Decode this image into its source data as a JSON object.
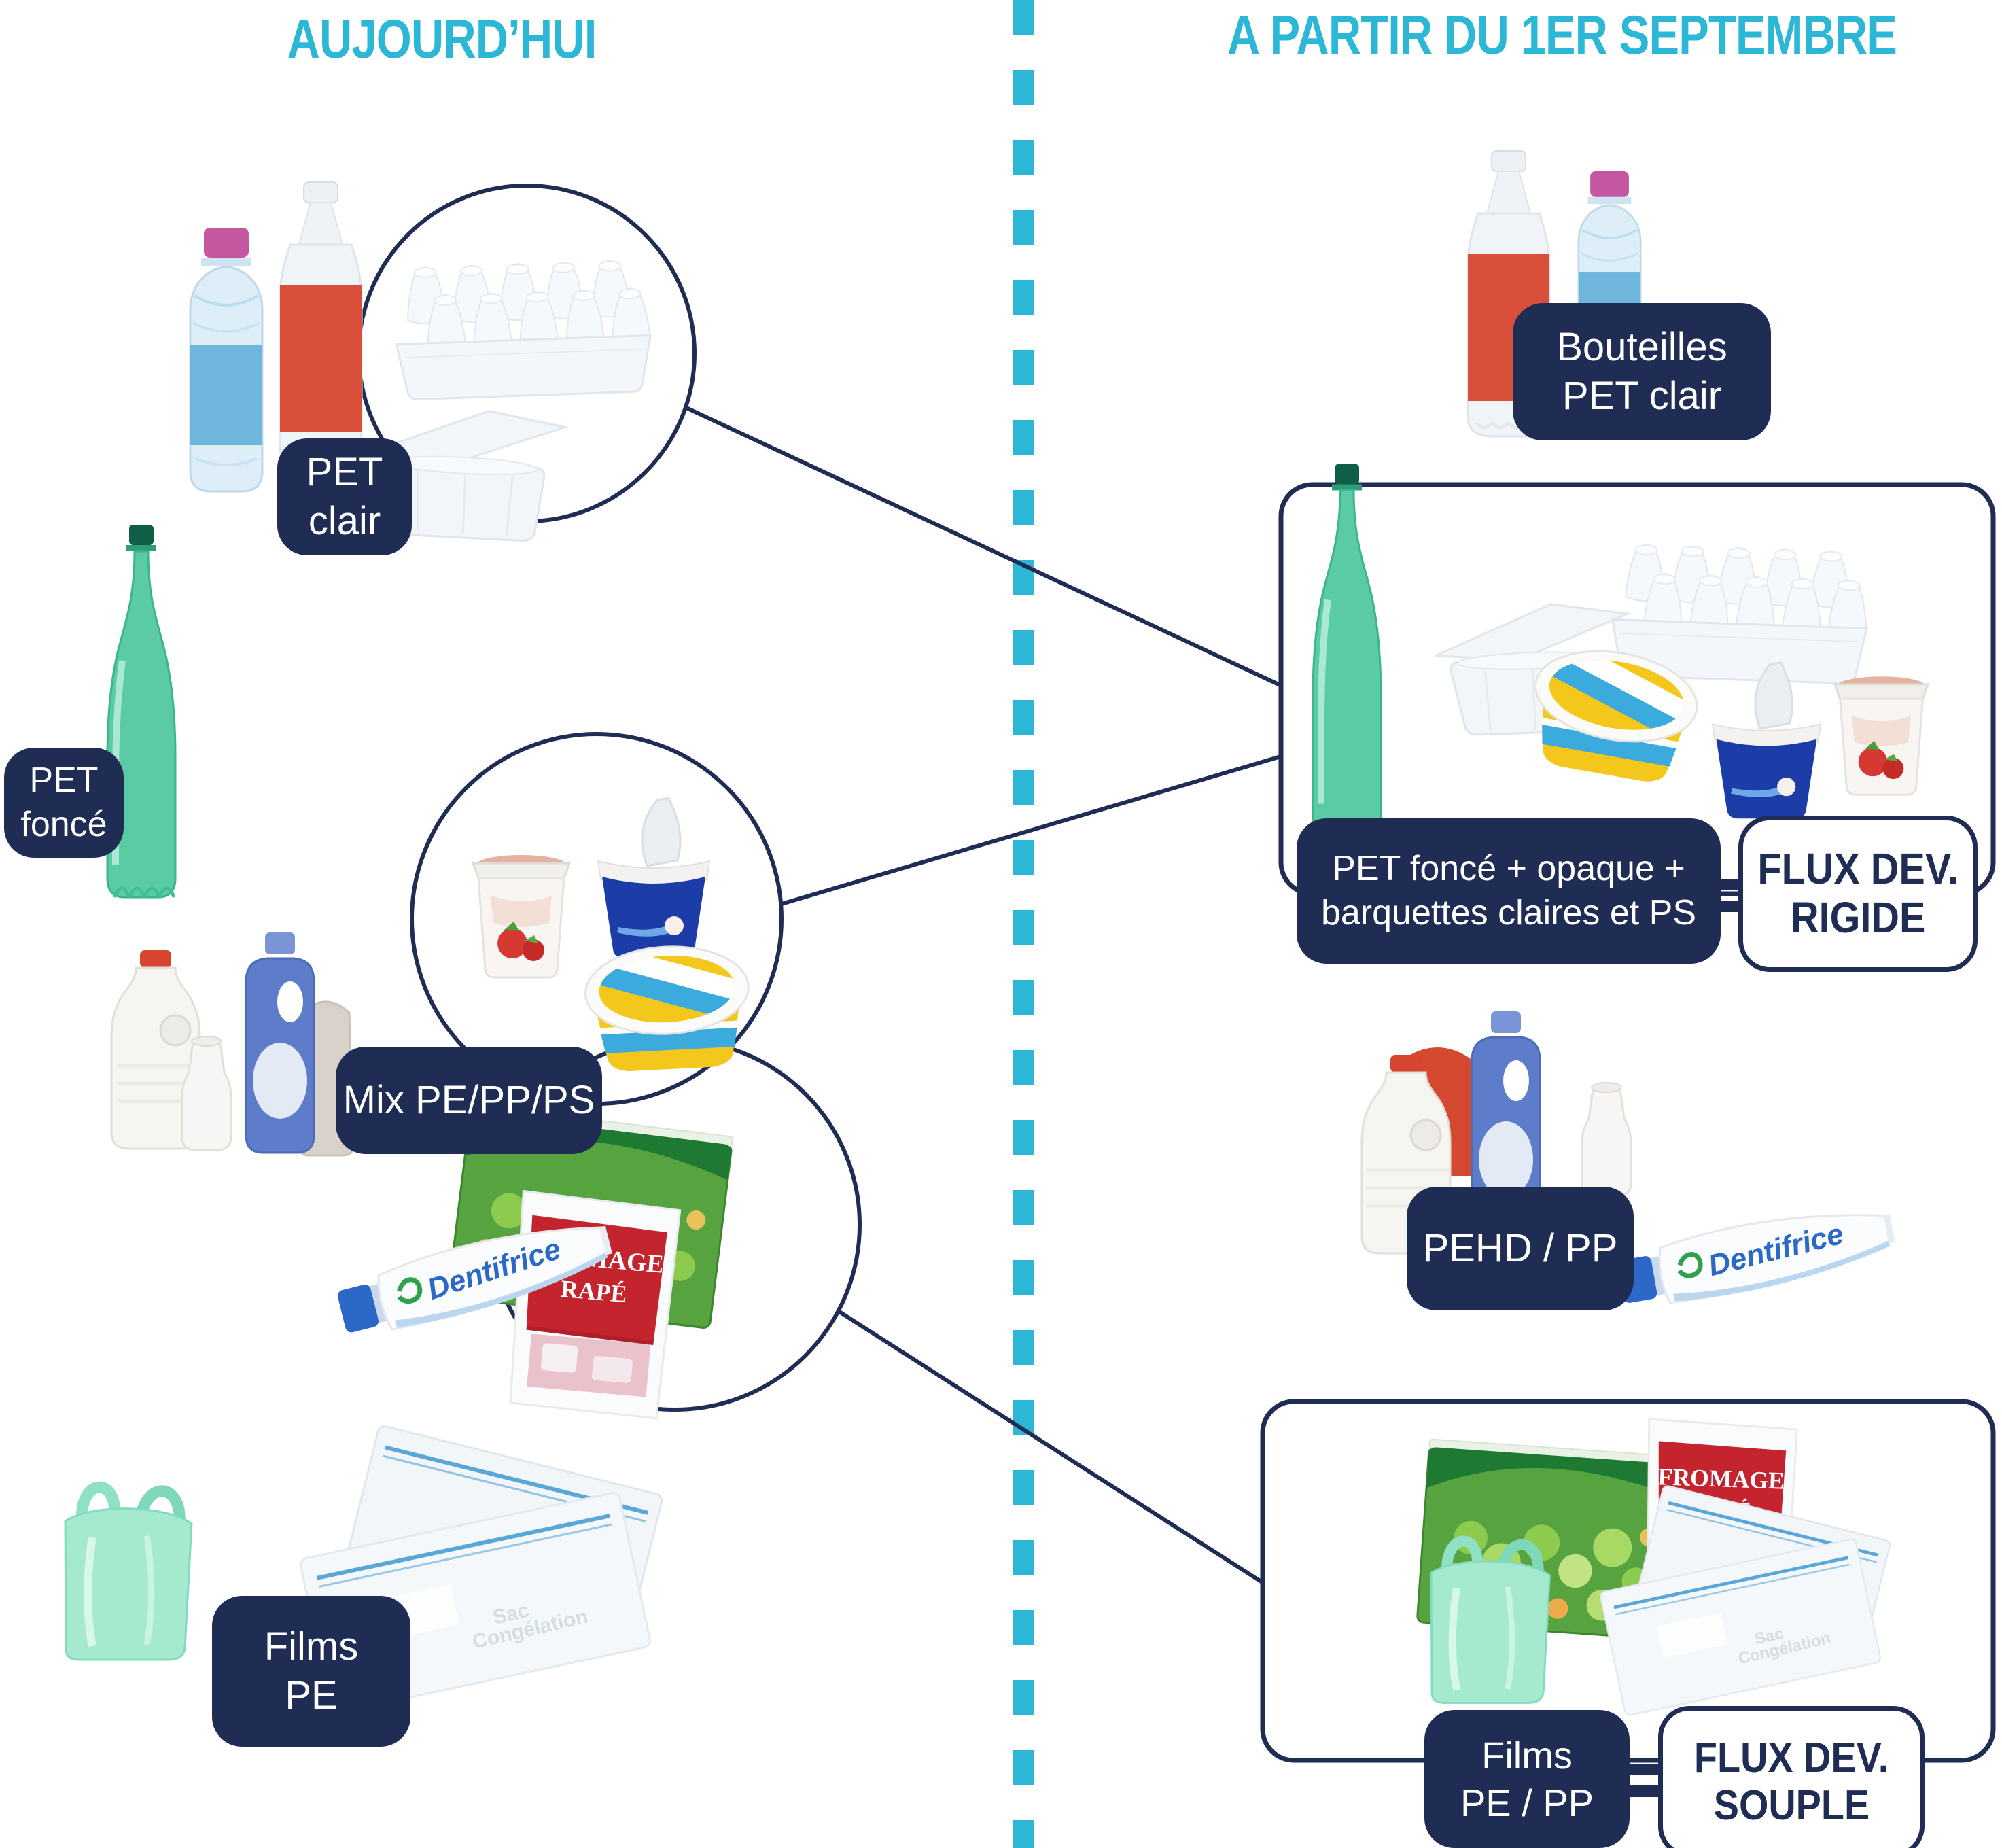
{
  "colors": {
    "navy": "#1F2D54",
    "teal": "#2BB7D5",
    "white": "#FFFFFF"
  },
  "titles": {
    "left": "AUJOURD’HUI",
    "right": "A PARTIR DU 1ER SEPTEMBRE"
  },
  "labels": {
    "pet_clair": {
      "line1": "PET",
      "line2": "clair"
    },
    "pet_fonce": {
      "line1": "PET",
      "line2": "foncé"
    },
    "mix": {
      "line1": "Mix PE/PP/PS"
    },
    "films_pe": {
      "line1": "Films",
      "line2": "PE"
    },
    "bouteilles": {
      "line1": "Bouteilles",
      "line2": "PET clair"
    },
    "rigide_label": {
      "line1": "PET foncé + opaque +",
      "line2": "barquettes claires et PS"
    },
    "rigide_badge": {
      "line1": "FLUX DEV.",
      "line2": "RIGIDE"
    },
    "pehd": {
      "line1": "PEHD / PP"
    },
    "souple_label": {
      "line1": "Films",
      "line2": "PE / PP"
    },
    "souple_badge": {
      "line1": "FLUX DEV.",
      "line2": "SOUPLE"
    }
  },
  "products": {
    "dentifrice": "Dentifrice",
    "fromage_line1": "FROMAGE",
    "fromage_line2": "RAPÉ",
    "sac_line1": "Sac",
    "sac_line2": "Congélation"
  }
}
